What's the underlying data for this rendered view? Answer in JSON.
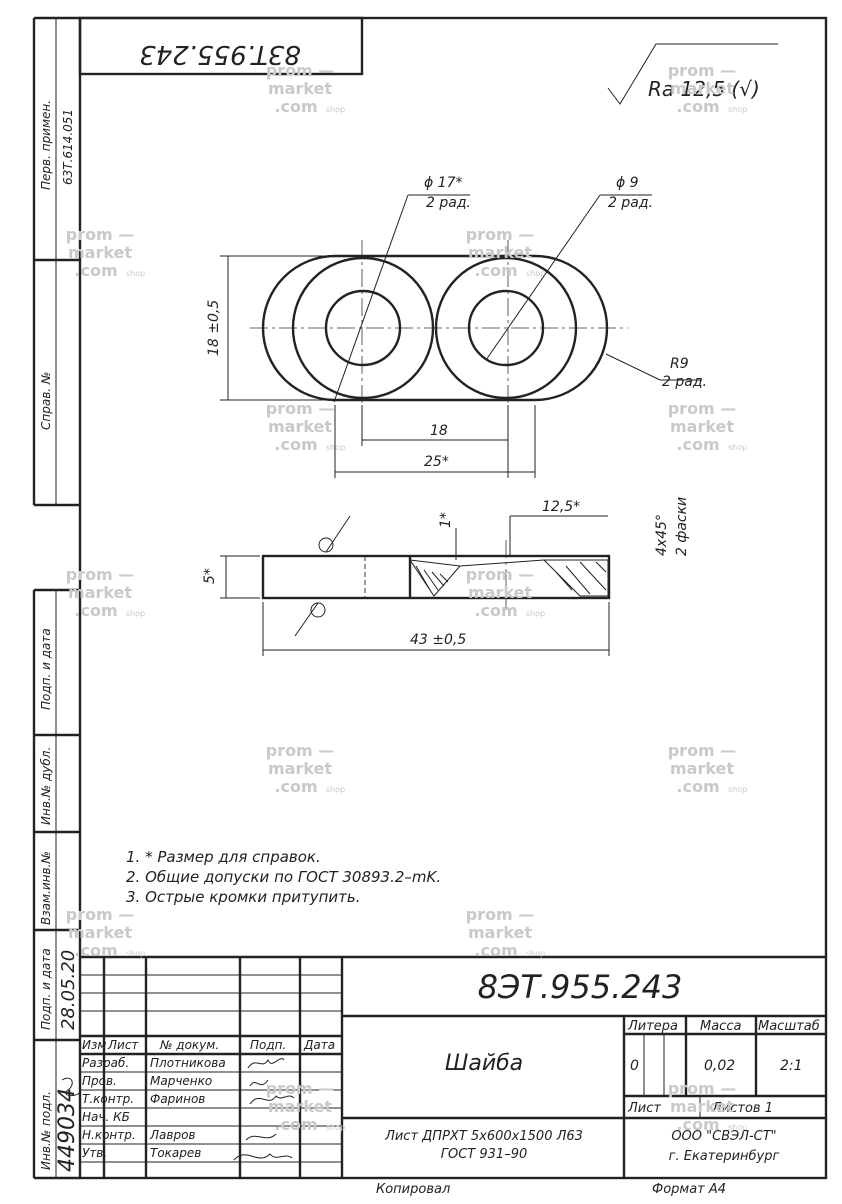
{
  "doc_number": "83T.955.243",
  "doc_number_title": "8ЭТ.955.243",
  "perv_primen": "Перв. примен.",
  "perv_primen_value": "63Т.614.051",
  "sprav_no": "Справ. №",
  "side_labels": [
    "Подп. и дата",
    "Инв.№ дубл.",
    "Взам.инв.№",
    "Подп. и дата",
    "Инв.№ подл."
  ],
  "inv_podl_value": "449034",
  "podp_date_value": "28.05.20",
  "roughness": "Ra 12,5 (√)",
  "dims": {
    "d17": "ϕ 17*",
    "d17_note": "2 рад.",
    "d9": "ϕ 9",
    "d9_note": "2 рад.",
    "h18": "18 ±0,5",
    "r9": "R9",
    "r9_note": "2 рад.",
    "w18": "18",
    "w25": "25*",
    "t5": "5*",
    "t1": "1*",
    "w125": "12,5*",
    "chamfer": "4х45°",
    "chamfer_note": "2 фаски",
    "l43": "43 ±0,5"
  },
  "notes": [
    "1.  * Размер для справок.",
    "2.  Общие допуски по ГОСТ 30893.2–mK.",
    "3.  Острые кромки притупить."
  ],
  "title_block": {
    "header": [
      "Изм",
      "Лист",
      "№ докум.",
      "Подп.",
      "Дата"
    ],
    "rows": [
      {
        "role": "Разраб.",
        "name": "Плотникова"
      },
      {
        "role": "Пров.",
        "name": "Марченко"
      },
      {
        "role": "Т.контр.",
        "name": "Фаринов"
      },
      {
        "role": "Нач. КБ",
        "name": ""
      },
      {
        "role": "Н.контр.",
        "name": "Лавров"
      },
      {
        "role": "Утв.",
        "name": "Токарев"
      }
    ],
    "part_name": "Шайба",
    "litera_h": "Литера",
    "massa_h": "Масса",
    "masshtab_h": "Масштаб",
    "litera": "0",
    "massa": "0,02",
    "masshtab": "2:1",
    "list": "Лист",
    "listov": "Листов 1",
    "material_1": "Лист ДПРХТ 5х600х1500 Л63",
    "material_2": "ГОСТ 931–90",
    "org_1": "ООО \"СВЭЛ-СТ\"",
    "org_2": "г. Екатеринбург"
  },
  "footer_left": "Копировал",
  "footer_right": "Формат А4",
  "watermark": {
    "line1": "prom —",
    "line2": "market",
    "line3": ".com",
    "tag": "shop"
  }
}
